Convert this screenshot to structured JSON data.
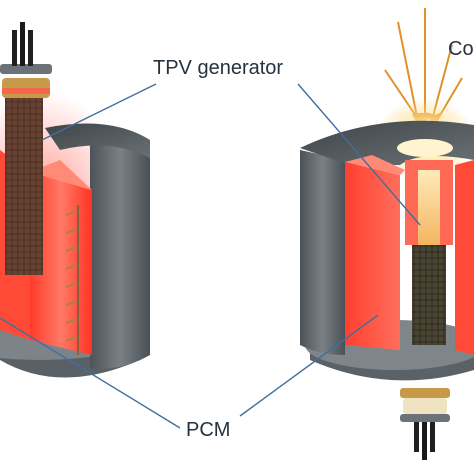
{
  "labels": {
    "tpv": "TPV generator",
    "pcm": "PCM",
    "concentrated": "Co"
  },
  "colors": {
    "background": "#ffffff",
    "casing_dark": "#4c5358",
    "casing_mid": "#6f767b",
    "casing_light": "#9aa0a4",
    "pcm_hot": "#ff5a4a",
    "pcm_glow": "#ff2a1a",
    "tpv_cells": "#3a3528",
    "sunlight_rays": "#e0922a",
    "leader_lines": "#3f6f9f",
    "label_text": "#27323d"
  },
  "icons": {
    "left_device": "tpv-storage-device-icon",
    "right_device": "solar-charged-storage-device-icon",
    "rays": "concentrated-sunlight-rays-icon"
  }
}
